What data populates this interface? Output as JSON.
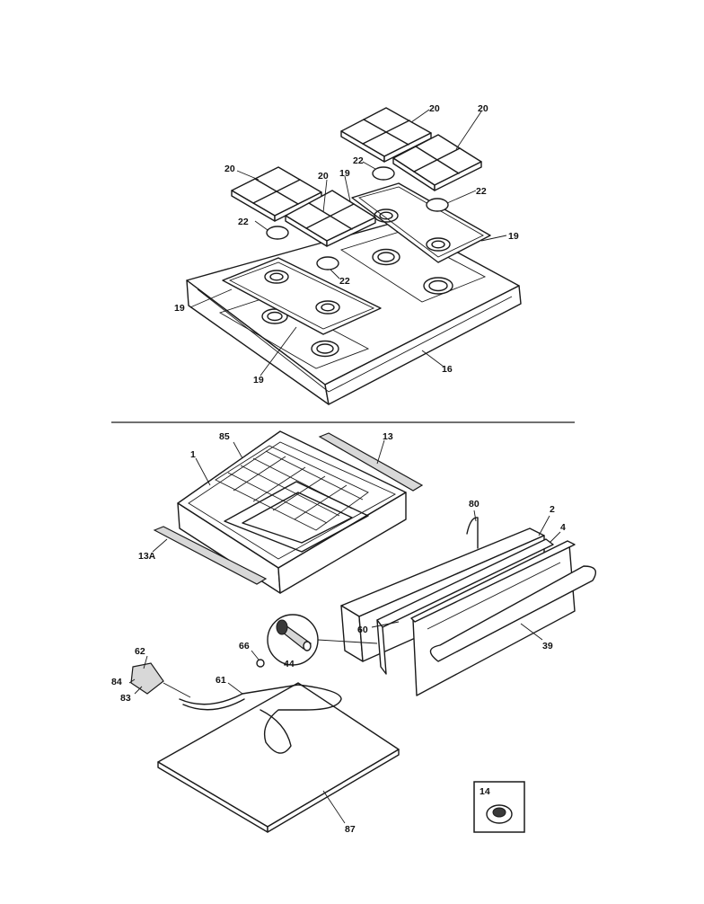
{
  "callouts": [
    {
      "id": "c20a",
      "text": "20"
    },
    {
      "id": "c20b",
      "text": "20"
    },
    {
      "id": "c20c",
      "text": "20"
    },
    {
      "id": "c20d",
      "text": "20"
    },
    {
      "id": "c22a",
      "text": "22"
    },
    {
      "id": "c22b",
      "text": "22"
    },
    {
      "id": "c22c",
      "text": "22"
    },
    {
      "id": "c22d",
      "text": "22"
    },
    {
      "id": "c19a",
      "text": "19"
    },
    {
      "id": "c19b",
      "text": "19"
    },
    {
      "id": "c19c",
      "text": "19"
    },
    {
      "id": "c19d",
      "text": "19"
    },
    {
      "id": "c16",
      "text": "16"
    },
    {
      "id": "c85",
      "text": "85"
    },
    {
      "id": "c1",
      "text": "1"
    },
    {
      "id": "c13",
      "text": "13"
    },
    {
      "id": "c13a",
      "text": "13A"
    },
    {
      "id": "c80",
      "text": "80"
    },
    {
      "id": "c2",
      "text": "2"
    },
    {
      "id": "c4",
      "text": "4"
    },
    {
      "id": "c60",
      "text": "60"
    },
    {
      "id": "c39",
      "text": "39"
    },
    {
      "id": "c44",
      "text": "44"
    },
    {
      "id": "c66",
      "text": "66"
    },
    {
      "id": "c61",
      "text": "61"
    },
    {
      "id": "c62",
      "text": "62"
    },
    {
      "id": "c84",
      "text": "84"
    },
    {
      "id": "c83",
      "text": "83"
    },
    {
      "id": "c87",
      "text": "87"
    },
    {
      "id": "c14",
      "text": "14"
    }
  ]
}
